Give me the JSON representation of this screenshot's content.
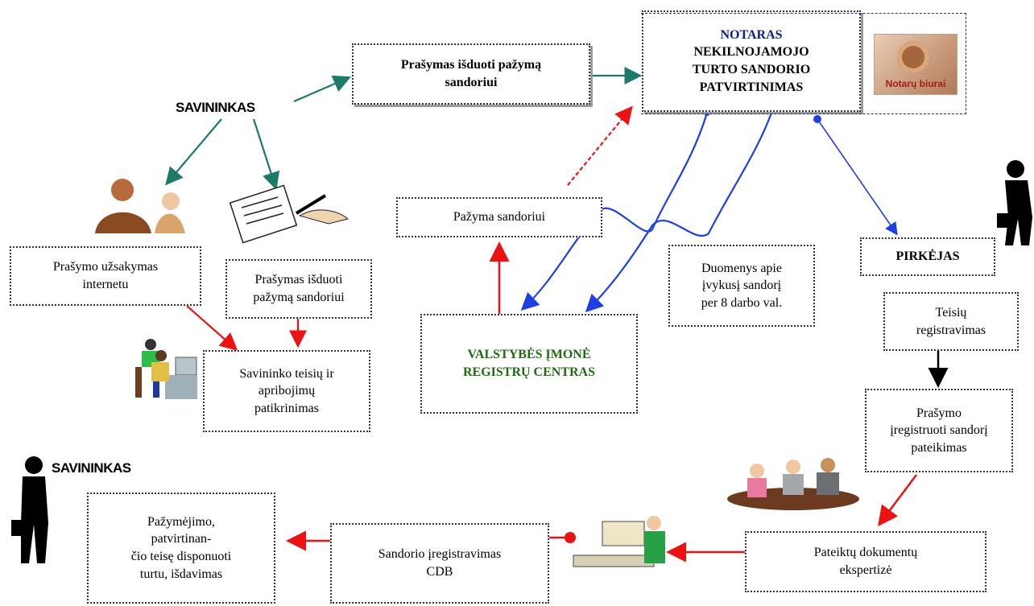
{
  "colors": {
    "teal": "#1b7a6a",
    "red": "#ee1111",
    "blue": "#1f3fe6",
    "black": "#000000",
    "green": "#1f6b10",
    "navy": "#0a1e8c"
  },
  "labels": {
    "owner_top": "SAVININKAS",
    "owner_bottom": "SAVININKAS",
    "buyer": "PIRKĖJAS"
  },
  "boxes": {
    "request_certificate_top": "Prašymas išduoti pažymą\nsandoriui",
    "notary_title": "NOTARAS",
    "notary_body": "NEKILNOJAMOJO\nTURTO SANDORIO\nPATVIRTINIMAS",
    "notary_badge": "Notarų biurai",
    "order_online": "Prašymo užsakymas\ninternetu",
    "request_certificate_mid": "Prašymas išduoti\npažymą sandoriui",
    "certificate": "Pažyma sandoriui",
    "registry_center": "VALSTYBĖS ĮMONĖ\nREGISTRŲ CENTRAS",
    "transaction_data": "Duomenys apie\nįvykusį sandorį\nper 8 darbo val.",
    "rights_registration": "Teisių\nregistravimas",
    "owner_rights_check": "Savininko teisių ir\napribojimų\npatikrinimas",
    "request_register": "Prašymo\nįregistruoti sandorį\npateikimas",
    "certificate_issue": "Pažymėjimo,\npatvirtinan-\nčio teisę disponuoti\nturtu, išdavimas",
    "registration_cdb": "Sandorio įregistravimas\nCDB",
    "document_expertise": "Pateiktų dokumentų\nekspertizė"
  }
}
